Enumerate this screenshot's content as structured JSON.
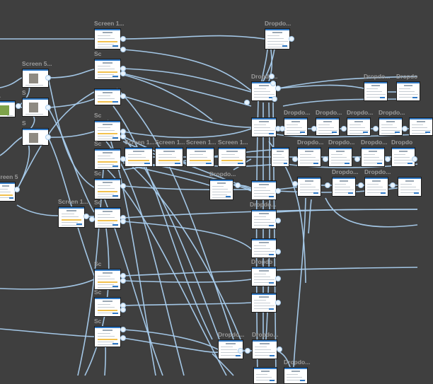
{
  "canvas": {
    "background": "#3f3f3f",
    "connector_color": "#a9cdee",
    "label_color": "#9a9a9a",
    "accent": "#2f78c4"
  },
  "labels": {
    "screen_1": "Screen 1...",
    "screen_5": "Screen 5...",
    "screen_5_short": "Screen 5",
    "dropdown": "Dropdo...",
    "clipped_dropdown": "Dropdo",
    "clipped_screen": "Screen",
    "clipped_s": "S",
    "clipped_sc": "Sc",
    "clipped_dots": "..."
  },
  "nodes": [
    {
      "label": "screen_1",
      "variant": "form"
    },
    {
      "label": "screen_5",
      "variant": "photo"
    },
    {
      "label": "clipped_dots",
      "variant": "green"
    },
    {
      "label": "screen_5_short",
      "variant": "form"
    },
    {
      "label": "dropdown",
      "variant": "form"
    },
    {
      "label": "dropdown",
      "variant": "list"
    }
  ]
}
